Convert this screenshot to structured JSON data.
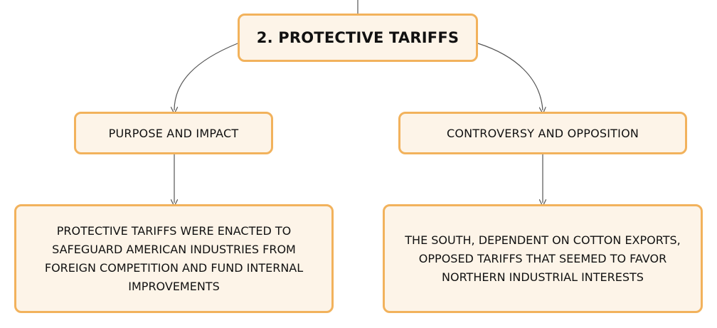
{
  "diagram": {
    "root": {
      "label": "2. PROTECTIVE TARIFFS"
    },
    "branches": [
      {
        "label": "PURPOSE AND IMPACT",
        "detail": "PROTECTIVE TARIFFS WERE ENACTED TO SAFEGUARD AMERICAN INDUSTRIES FROM FOREIGN COMPETITION AND FUND INTERNAL IMPROVEMENTS"
      },
      {
        "label": "CONTROVERSY AND OPPOSITION",
        "detail": "THE SOUTH, DEPENDENT ON COTTON EXPORTS, OPPOSED TARIFFS THAT SEEMED TO FAVOR NORTHERN INDUSTRIAL INTERESTS"
      }
    ]
  },
  "colors": {
    "node_fill": "#fdf4e8",
    "node_border": "#f2b25c",
    "connector": "#555555"
  }
}
